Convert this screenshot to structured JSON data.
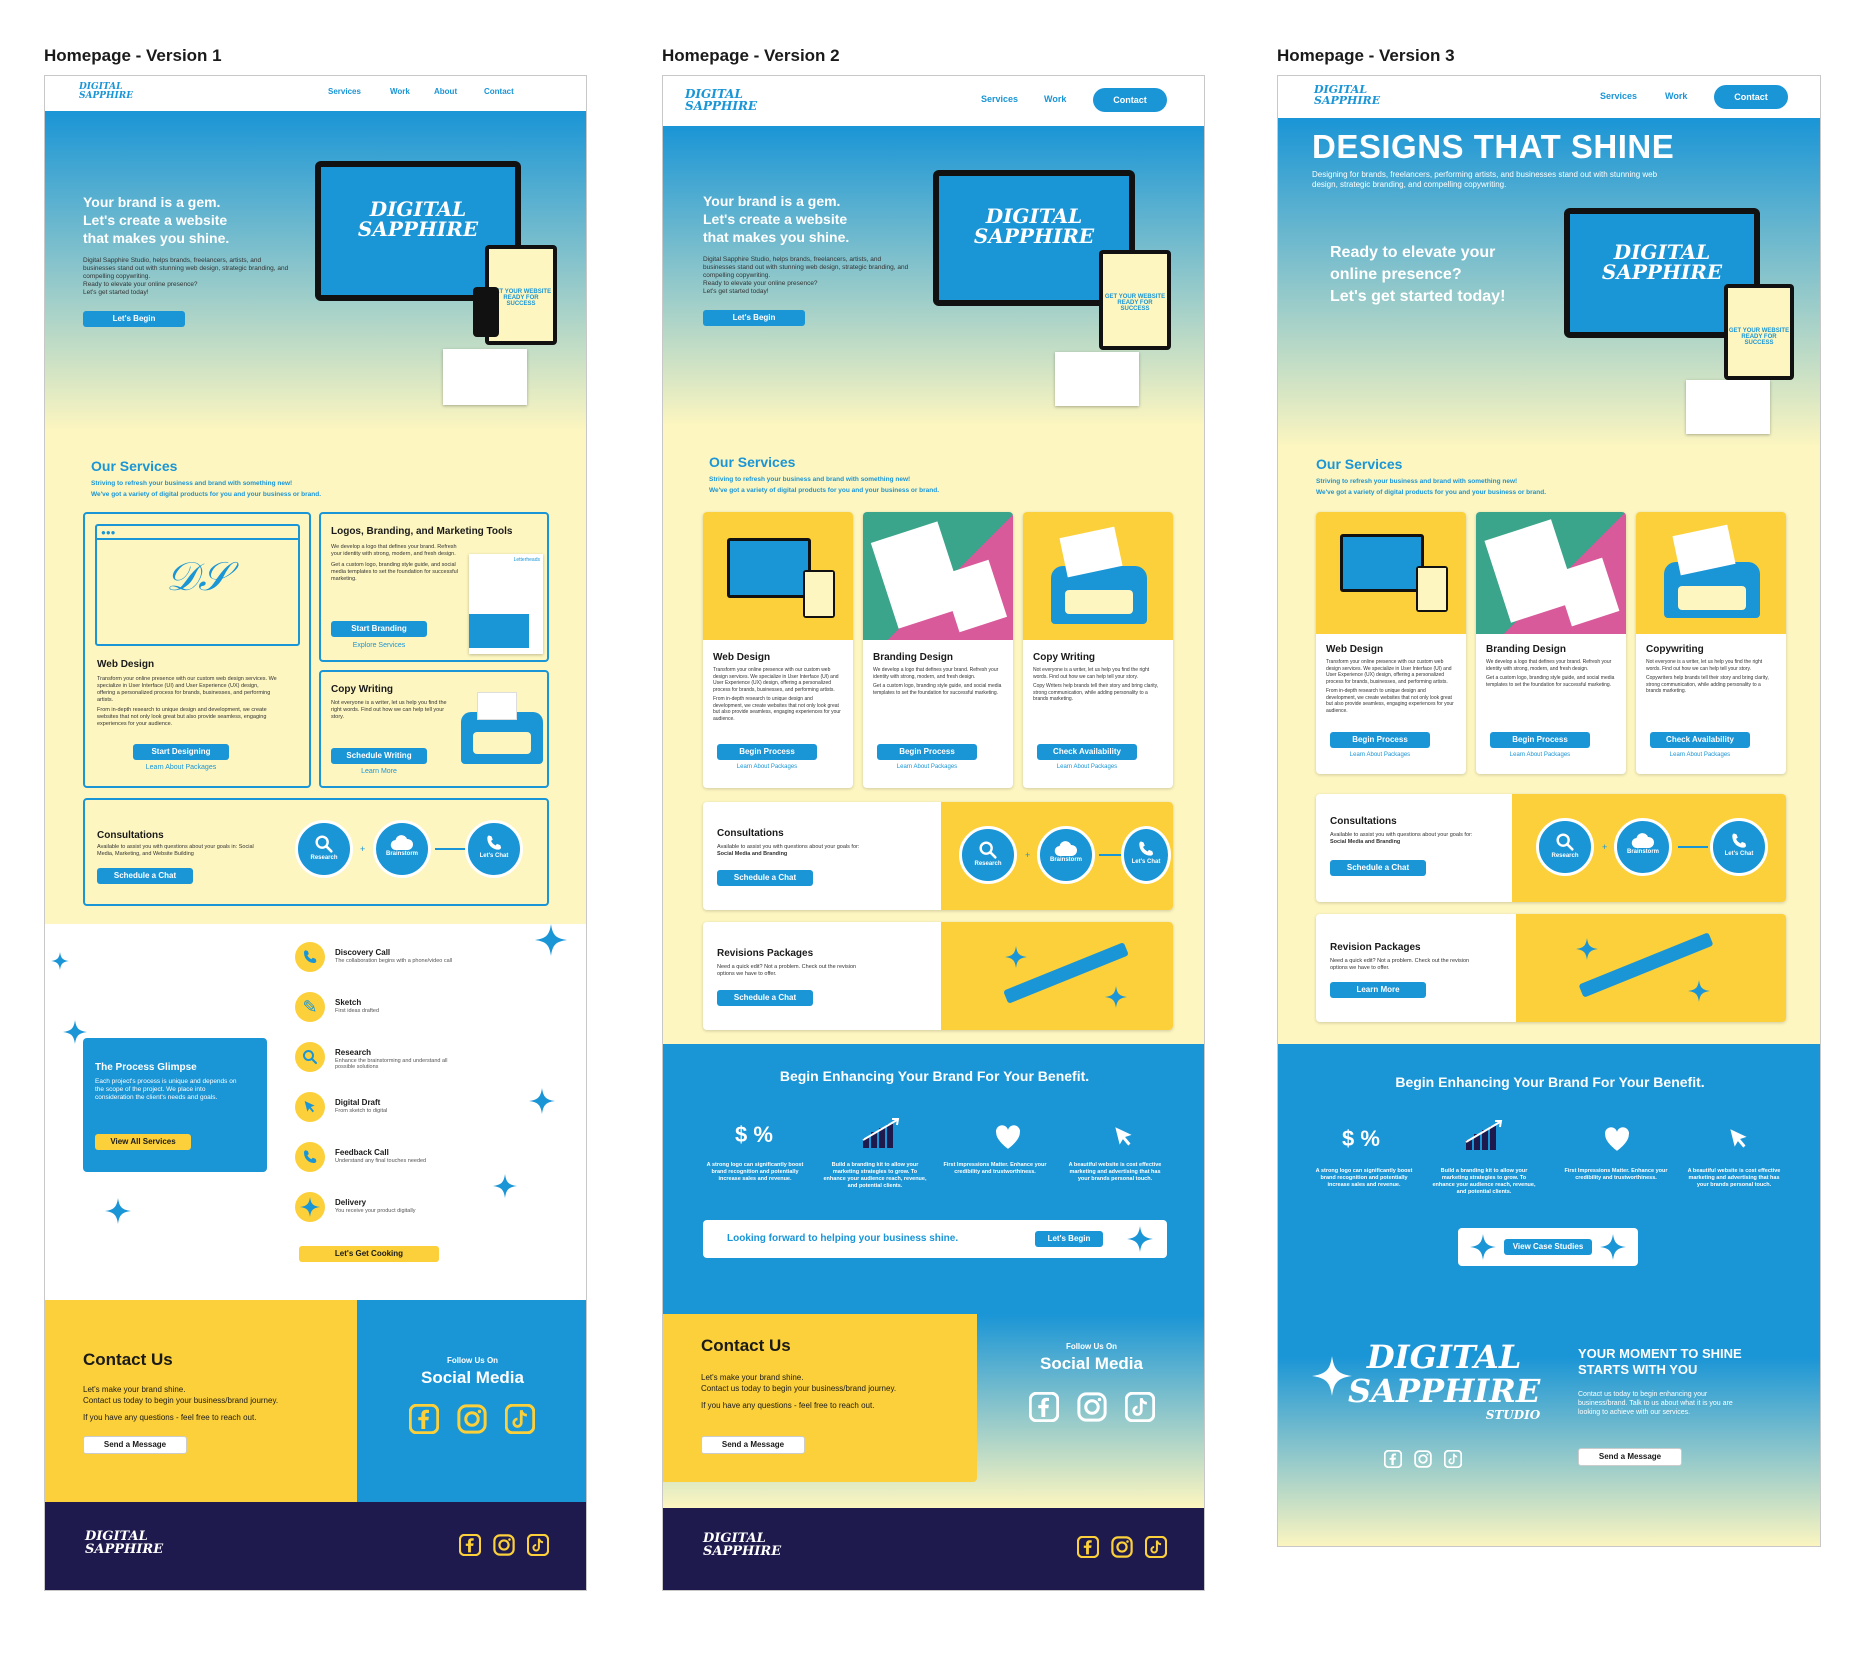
{
  "titles": [
    "Homepage - Version 1",
    "Homepage - Version 2",
    "Homepage - Version 3"
  ],
  "brand": {
    "line1": "DIGITAL",
    "line2": "SAPPHIRE",
    "line3": "STUDIO"
  },
  "nav": {
    "services": "Services",
    "work": "Work",
    "about": "About",
    "contact": "Contact"
  },
  "hero": {
    "headline1": "Your brand is a gem.",
    "headline2": "Let's create a website",
    "headline3": "that makes you shine.",
    "body": "Digital Sapphire Studio, helps brands, freelancers, artists, and businesses stand out with stunning web design, strategic branding, and compelling copywriting.",
    "body2": "Ready to elevate your online presence?",
    "body3": "Let's get started today!",
    "cta": "Let's Begin",
    "tablet_text": "GET YOUR WEBSITE READY FOR SUCCESS"
  },
  "v3hero": {
    "title": "DESIGNS THAT SHINE",
    "sub": "Designing for brands, freelancers, performing artists, and businesses stand out with stunning web design, strategic branding, and compelling copywriting.",
    "q1": "Ready to elevate your",
    "q2": "online presence?",
    "q3": "Let's get started today!"
  },
  "services": {
    "title": "Our Services",
    "sub1": "Striving to refresh your business and brand with something new!",
    "sub2": "We've got a variety of digital products for you and your business or brand."
  },
  "v1cards": {
    "web": {
      "title": "Web Design",
      "p1": "Transform your online presence with our custom web design services. We specialize in User Interface (UI) and User Experience (UX) design, offering a personalized process for brands, businesses, and performing artists.",
      "p2": "From in-depth research to unique design and development, we create websites that not only look great but also provide seamless, engaging experiences for your audience.",
      "btn": "Start Designing",
      "link": "Learn About Packages"
    },
    "logo": {
      "title": "Logos, Branding, and Marketing Tools",
      "p1": "We develop a logo that defines your brand. Refresh your identity with strong, modern, and fresh design.",
      "p2": "Get a custom logo, branding style guide, and social media templates to set the foundation for successful marketing.",
      "btn": "Start Branding",
      "link": "Explore Services",
      "img": "Letterheads"
    },
    "copy": {
      "title": "Copy Writing",
      "p1": "Not everyone is a writer, let us help you find the right words. Find out how we can help tell your story.",
      "btn": "Schedule Writing",
      "link": "Learn More"
    },
    "consult": {
      "title": "Consultations",
      "p1": "Available to assist you with questions about your goals in: Social Media, Marketing, and Website Building",
      "btn": "Schedule a Chat"
    }
  },
  "steps": {
    "research": "Research",
    "brainstorm": "Brainstorm",
    "chat": "Let's Chat",
    "plus": "+"
  },
  "process": {
    "title": "The Process Glimpse",
    "body": "Each project's process is unique and depends on the scope of the project. We place into consideration the client's needs and goals.",
    "btn": "View All Services",
    "items": [
      {
        "t": "Discovery Call",
        "d": "The collaboration begins with a phone/video call"
      },
      {
        "t": "Sketch",
        "d": "First ideas drafted"
      },
      {
        "t": "Research",
        "d": "Enhance the brainstorming and understand all possible solutions"
      },
      {
        "t": "Digital Draft",
        "d": "From sketch to digital"
      },
      {
        "t": "Feedback Call",
        "d": "Understand any final touches needed"
      },
      {
        "t": "Delivery",
        "d": "You receive your product digitally"
      }
    ],
    "cta": "Let's Get Cooking"
  },
  "contact": {
    "title": "Contact  Us",
    "l1": "Let's make your brand shine.",
    "l2": "Contact us today to begin your business/brand journey.",
    "l3": "If you have any questions - feel free to reach out.",
    "btn": "Send a Message"
  },
  "social": {
    "follow": "Follow Us On",
    "title": "Social Media"
  },
  "v2cards": [
    {
      "title": "Web Design",
      "body": "Transform your online presence with our custom web design services. We specialize in User Interface (UI) and User Experience (UX) design, offering a personalized process for brands, businesses, and performing artists.",
      "body2": "From in-depth research to unique design and development, we create websites that not only look great but also provide seamless, engaging experiences for your audience.",
      "btn": "Begin Process",
      "link": "Learn About Packages"
    },
    {
      "title": "Branding Design",
      "body": "We develop a logo that defines your brand. Refresh your identity with strong, modern, and fresh design.",
      "body2": "Get a custom logo, branding style guide, and social media templates to set the foundation for successful marketing.",
      "btn": "Begin Process",
      "link": "Learn About Packages"
    },
    {
      "title": "Copy Writing",
      "title3": "Copywriting",
      "body": "Not everyone is a writer, let us help you find the right words. Find out how we can help tell your story.",
      "body2": "Copy Writers help brands tell their story and bring clarity, strong communication, while adding personality to a brands marketing.",
      "body3": "Copywriters help brands tell their story and bring clarity, strong communication, while adding personality to a brands marketing.",
      "btn": "Check Availability",
      "link": "Learn About Packages"
    }
  ],
  "v2consult": {
    "title": "Consultations",
    "body": "Available to assist you with questions about your goals for:",
    "body2": "Social Media and Branding",
    "btn": "Schedule a Chat"
  },
  "revisions": {
    "title": "Revisions Packages",
    "title3": "Revision Packages",
    "body": "Need a quick edit? Not a problem. Check out the revision options we have to offer.",
    "btn": "Schedule a Chat",
    "btn3": "Learn More"
  },
  "benefit": {
    "title": "Begin Enhancing Your Brand For Your Benefit.",
    "money": "$ %",
    "items": [
      "A strong logo can significantly boost brand recognition and potentially increase sales and revenue.",
      "Build a branding kit to allow your marketing strategies to grow. To enhance your audience reach, revenue, and potential clients.",
      "First Impressions Matter. Enhance your credibility and trustworthiness.",
      "A beautiful website is cost effective marketing and advertising that has your brands personal touch."
    ],
    "pill_text": "Looking forward to helping your business shine.",
    "pill_btn": "Let's Begin",
    "case_btn": "View Case Studies"
  },
  "v3footer": {
    "h1": "YOUR MOMENT TO SHINE",
    "h2": "STARTS WITH YOU",
    "body": "Contact us today to begin enhancing your business/brand. Talk to us about what it is you are looking to achieve with our services.",
    "btn": "Send a Message"
  },
  "icons": [
    "facebook-icon",
    "instagram-icon",
    "tiktok-icon",
    "phone-icon",
    "pencil-icon",
    "search-icon",
    "cursor-icon",
    "star-icon",
    "heart-icon",
    "chart-icon",
    "cloud-icon"
  ],
  "colors": {
    "blue": "#1a95d6",
    "yellow": "#fcd03a",
    "cream": "#fdf6c0",
    "navy": "#1f1a4d"
  }
}
